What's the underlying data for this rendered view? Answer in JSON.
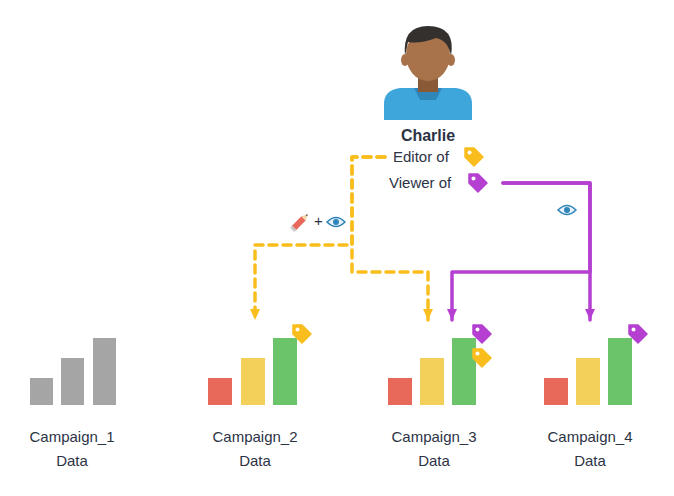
{
  "diagram": {
    "nodes": [
      {
        "text": [
          "Charlie",
          "Editor of",
          "Viewer of"
        ]
      },
      {
        "text": [
          "Campaign_1 Data"
        ]
      },
      {
        "text": [
          "Campaign_2 Data"
        ]
      },
      {
        "text": [
          "Campaign_3 Data"
        ]
      },
      {
        "text": [
          "Campaign_4 Data"
        ]
      }
    ],
    "edges": [
      {
        "from": 0,
        "to": 2,
        "arrow": "to"
      },
      {
        "from": 0,
        "to": 3,
        "arrow": "to"
      },
      {
        "from": 0,
        "to": 3,
        "arrow": "to"
      },
      {
        "from": 0,
        "to": 4,
        "arrow": "to"
      }
    ],
    "labels": [
      "+"
    ]
  }
}
